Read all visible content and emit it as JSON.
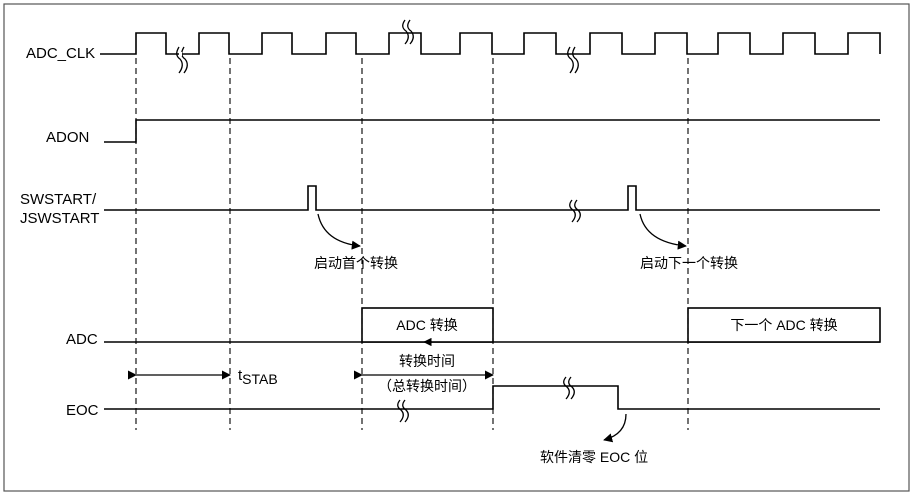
{
  "signals": {
    "adc_clk": "ADC_CLK",
    "adon": "ADON",
    "swstart_line1": "SWSTART/",
    "swstart_line2": "JSWSTART",
    "adc": "ADC",
    "eoc": "EOC"
  },
  "annotations": {
    "start_first": "启动首个转换",
    "start_next": "启动下一个转换",
    "adc_conversion": "ADC 转换",
    "next_adc_conversion": "下一个 ADC 转换",
    "conversion_time": "转换时间",
    "total_conversion_time": "（总转换时间）",
    "tstab_t": "t",
    "tstab_sub": "STAB",
    "eoc_clear": "软件清零 EOC 位"
  },
  "colors": {
    "line": "#000000",
    "dashed": "#000000",
    "border": "#555555",
    "background": "#ffffff"
  }
}
